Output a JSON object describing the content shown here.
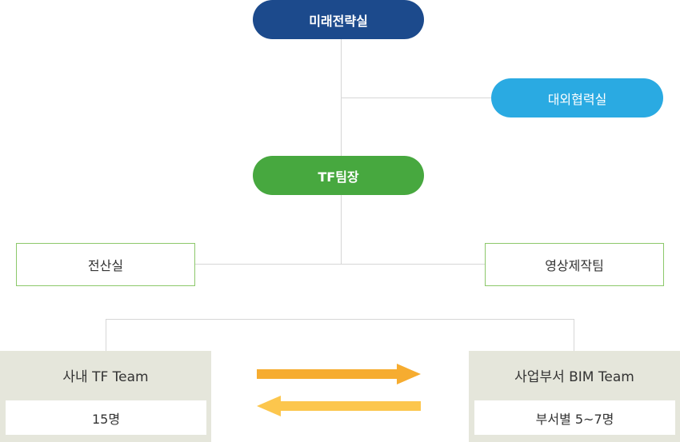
{
  "nodes": {
    "future_strategy": "미래전략실",
    "external_cooperation": "대외협력실",
    "tf_lead": "TF팀장",
    "computing": "전산실",
    "video_production": "영상제작팀"
  },
  "teams": {
    "internal_tf": {
      "title": "사내 TF Team",
      "count": "15명"
    },
    "bim_team": {
      "title": "사업부서 BIM Team",
      "count": "부서별 5~7명"
    }
  },
  "colors": {
    "navy": "#1c4a8c",
    "sky": "#2aaae2",
    "green": "#47a83f",
    "outline_green": "#8cc86a",
    "team_bg": "#e5e6db",
    "arrow_orange": "#f6ac30",
    "arrow_light": "#fcc64d",
    "connector": "#d6d6d6"
  }
}
